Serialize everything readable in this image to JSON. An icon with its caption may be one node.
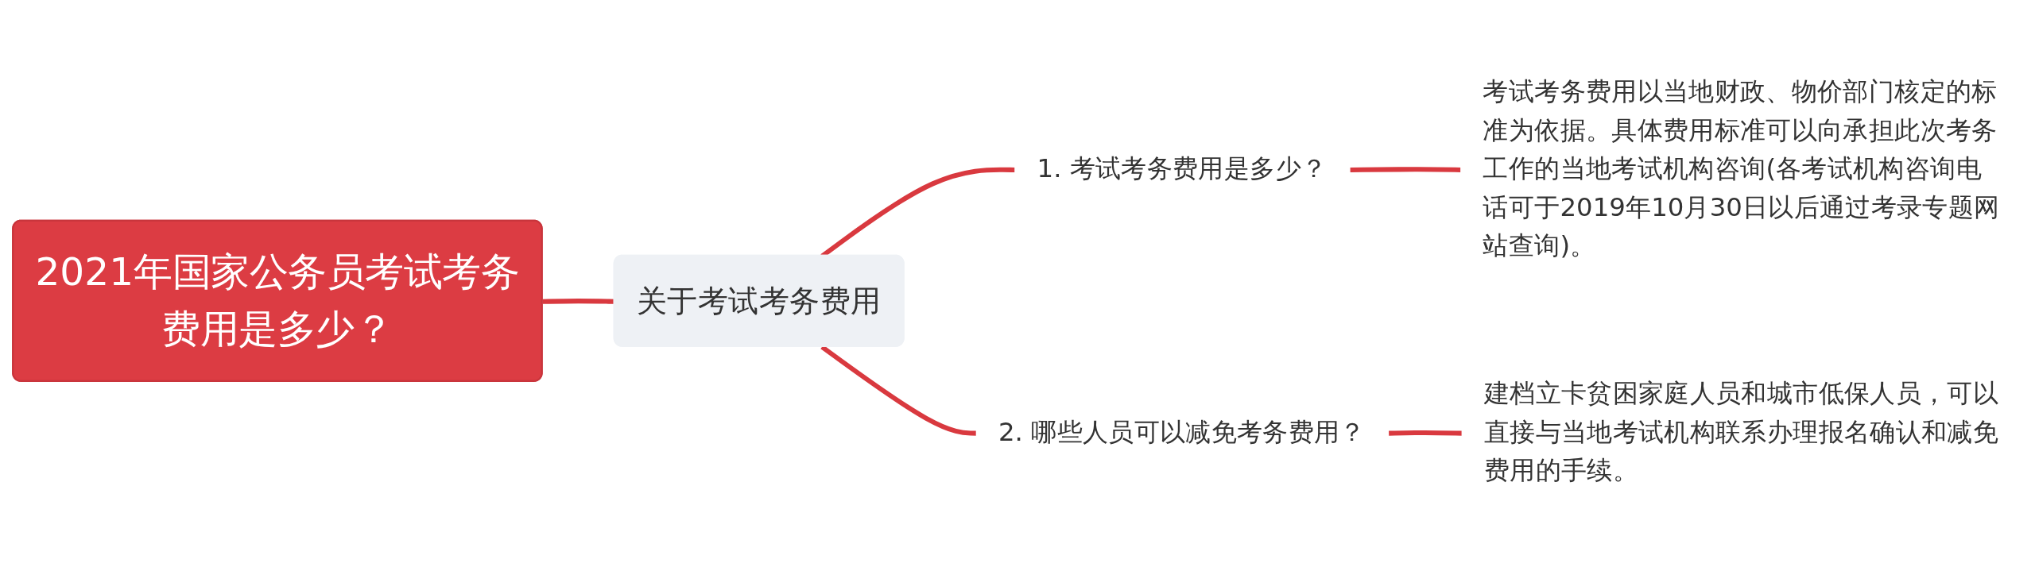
{
  "diagram": {
    "nodes": [
      {
        "text": [
          "2021年国家公务员考试考务费用是多少？"
        ]
      },
      {
        "text": [
          "关于考试考务费用"
        ]
      },
      {
        "text": [
          "1. 考试考务费用是多少？"
        ]
      },
      {
        "text": [
          "考试考务费用以当地财政、物价部门核定的标准为依据。具体费用标准可以向承担此次考务工作的当地考试机构咨询(各考试机构咨询电话可于2019年10月30日以后通过考录专题网站查询)。"
        ]
      },
      {
        "text": [
          "2. 哪些人员可以减免考务费用？"
        ]
      },
      {
        "text": [
          "建档立卡贫困家庭人员和城市低保人员，可以直接与当地考试机构联系办理报名确认和减免费用的手续。"
        ]
      }
    ],
    "edges": [
      {
        "from": 0,
        "to": 1,
        "arrow": "none"
      },
      {
        "from": 1,
        "to": 2,
        "arrow": "none"
      },
      {
        "from": 1,
        "to": 4,
        "arrow": "none"
      },
      {
        "from": 2,
        "to": 3,
        "arrow": "none"
      },
      {
        "from": 4,
        "to": 5,
        "arrow": "none"
      }
    ]
  }
}
